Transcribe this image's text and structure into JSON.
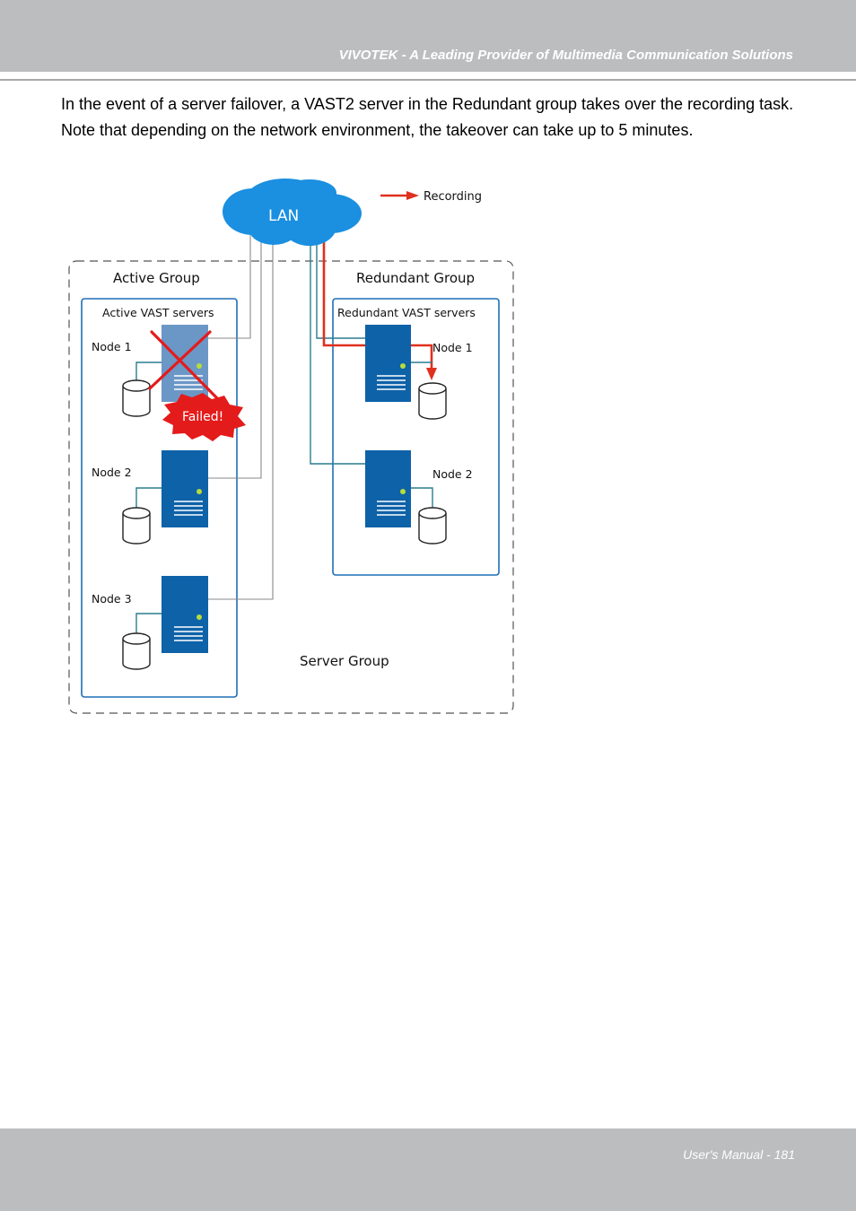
{
  "header": {
    "title": "VIVOTEK - A Leading Provider of Multimedia Communication Solutions"
  },
  "body": {
    "paragraph": "In the event of a server failover, a VAST2 server in the Redundant group takes over the recording task. Note that depending on the network environment, the takeover can take up to 5 minutes."
  },
  "diagram": {
    "lan_label": "LAN",
    "legend_label": "Recording",
    "server_group_label": "Server Group",
    "active_group": {
      "title": "Active Group",
      "box_title": "Active VAST servers",
      "nodes": [
        "Node 1",
        "Node 2",
        "Node 3"
      ],
      "failed_label": "Failed!"
    },
    "redundant_group": {
      "title": "Redundant Group",
      "box_title": "Redundant VAST servers",
      "nodes": [
        "Node 1",
        "Node 2"
      ]
    },
    "colors": {
      "server_blue": "#0e62a8",
      "server_failed": "#6b97c6",
      "group_border": "#1f6eb5",
      "recording_arrow": "#e0301e",
      "failed_badge": "#e41b1b",
      "lan_cloud": "#1b8fe0"
    }
  },
  "footer": {
    "page_label": "User's Manual - 181"
  }
}
